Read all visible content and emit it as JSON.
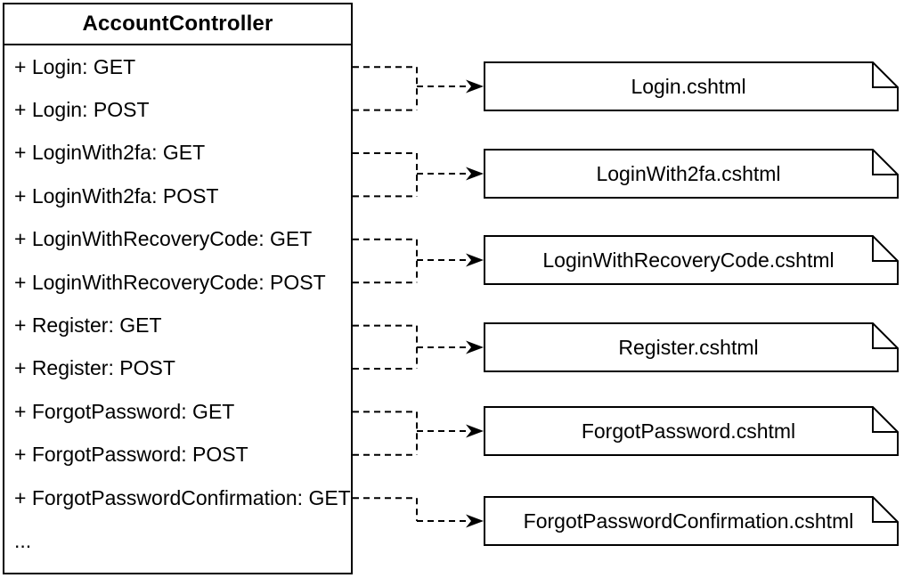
{
  "diagram": {
    "class_box": {
      "title": "AccountController",
      "methods": [
        "+ Login: GET",
        "+ Login: POST",
        "+ LoginWith2fa: GET",
        "+ LoginWith2fa: POST",
        "+ LoginWithRecoveryCode: GET",
        "+ LoginWithRecoveryCode: POST",
        "+ Register: GET",
        "+ Register: POST",
        "+ ForgotPassword: GET",
        "+ ForgotPassword: POST",
        "+ ForgotPasswordConfirmation: GET"
      ],
      "more_indicator": "..."
    },
    "documents": [
      "Login.cshtml",
      "LoginWith2fa.cshtml",
      "LoginWithRecoveryCode.cshtml",
      "Register.cshtml",
      "ForgotPassword.cshtml",
      "ForgotPasswordConfirmation.cshtml"
    ],
    "colors": {
      "stroke": "#000000",
      "fill": "#ffffff"
    }
  }
}
